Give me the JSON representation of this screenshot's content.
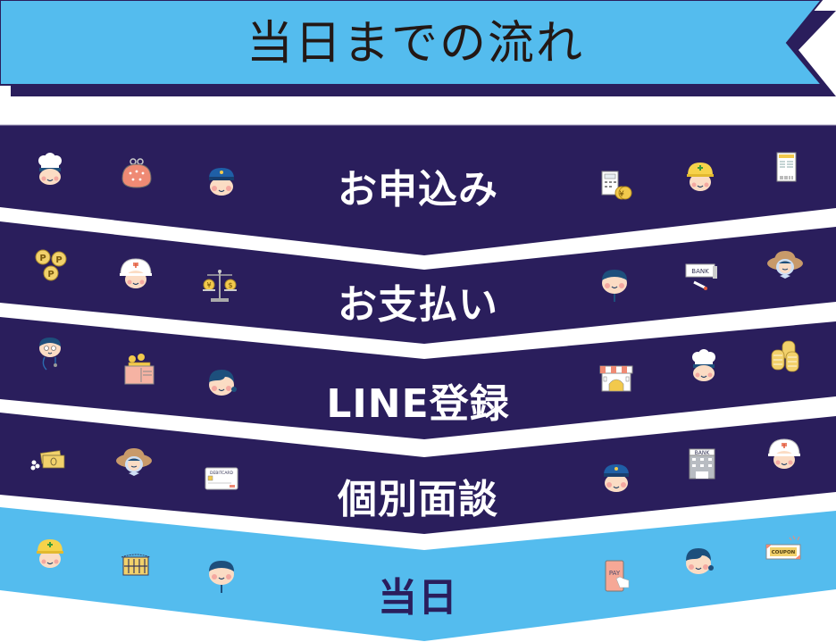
{
  "header": {
    "title": "当日までの流れ"
  },
  "colors": {
    "navy": "#2a1e5c",
    "sky": "#54bcee",
    "white": "#ffffff",
    "title_text": "#231815"
  },
  "steps": [
    {
      "label": "お申込み",
      "theme": "navy",
      "icons_left": [
        "chef-icon",
        "coin-purse-icon",
        "police-officer-icon"
      ],
      "icons_right": [
        "calculator-coins-icon",
        "construction-worker-icon",
        "receipt-icon"
      ]
    },
    {
      "label": "お支払い",
      "theme": "navy",
      "icons_left": [
        "points-coins-icon",
        "postal-worker-icon",
        "currency-scale-icon"
      ],
      "icons_right": [
        "office-worker-icon",
        "bank-book-icon",
        "farmer-hat-icon"
      ]
    },
    {
      "label": "LINE登録",
      "theme": "navy",
      "icons_left": [
        "doctor-icon",
        "wallet-icon",
        "woman-icon"
      ],
      "icons_right": [
        "shop-icon",
        "chef-icon",
        "coin-stacks-icon"
      ]
    },
    {
      "label": "個別面談",
      "theme": "navy",
      "icons_left": [
        "cash-bills-icon",
        "farmer-hat-icon",
        "debit-card-icon"
      ],
      "icons_right": [
        "police-officer-icon",
        "bank-building-icon",
        "postal-worker-icon"
      ]
    },
    {
      "label": "当日",
      "theme": "sky",
      "icons_left": [
        "construction-worker-icon",
        "shopping-basket-icon",
        "office-worker-icon"
      ],
      "icons_right": [
        "pay-phone-icon",
        "woman-icon",
        "coupon-icon"
      ]
    }
  ],
  "icon_text": {
    "bank": "BANK",
    "receipt": "RECEIPT",
    "debit": "DEBITCARD",
    "pay": "PAY",
    "coupon": "COUPON",
    "yen": "¥",
    "dollar": "$",
    "point": "P"
  }
}
